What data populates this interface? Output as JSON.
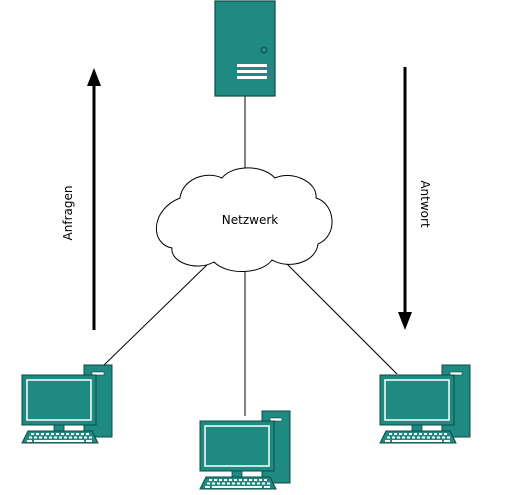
{
  "diagram": {
    "cloud_label": "Netzwerk",
    "left_arrow_label": "Anfragen",
    "right_arrow_label": "Antwort"
  },
  "colors": {
    "device_fill": "#1f8a82",
    "device_stroke": "#0d4a45",
    "screen_fill": "#1f8a82",
    "line": "#000000",
    "cloud_fill": "#ffffff",
    "cloud_stroke": "#000000"
  },
  "nodes": {
    "server": "server-icon",
    "clients": [
      "desktop-computer-icon",
      "desktop-computer-icon",
      "desktop-computer-icon"
    ],
    "network": "cloud-icon"
  }
}
